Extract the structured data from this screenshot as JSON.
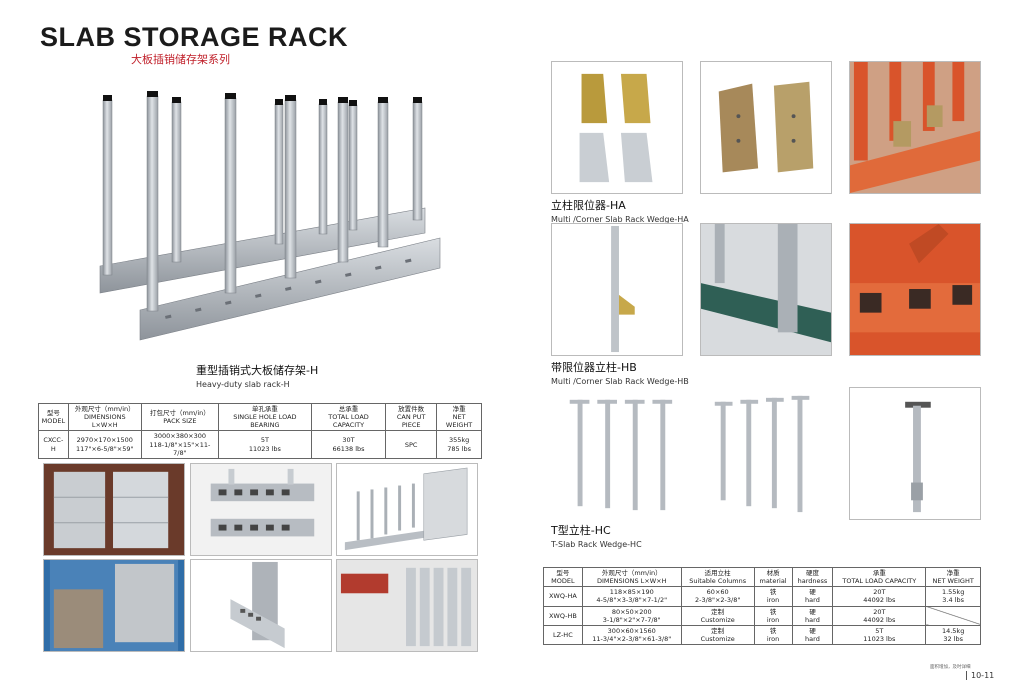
{
  "header": {
    "title": "SLAB STORAGE RACK",
    "subtitle": "大板插销储存架系列"
  },
  "hero": {
    "caption_cn": "重型插销式大板储存架-H",
    "caption_en": "Heavy-duty slab rack-H"
  },
  "table1": {
    "headers": [
      {
        "cn": "型号",
        "en": "MODEL"
      },
      {
        "cn": "外观尺寸（mm/in）",
        "en": "DIMENSIONS L×W×H"
      },
      {
        "cn": "打包尺寸（mm/in）",
        "en": "PACK SIZE"
      },
      {
        "cn": "单孔承重",
        "en": "SINGLE HOLE LOAD BEARING"
      },
      {
        "cn": "总承重",
        "en": "TOTAL LOAD CAPACITY"
      },
      {
        "cn": "放置件数",
        "en": "CAN PUT PIECE"
      },
      {
        "cn": "净重",
        "en": "NET WEIGHT"
      }
    ],
    "row": {
      "model": "CXCC-H",
      "dim_mm": "2970×170×1500",
      "dim_in": "117\"×6-5/8\"×59\"",
      "pack_mm": "3000×380×300",
      "pack_in": "118-1/8\"×15\"×11-7/8\"",
      "single_t": "5T",
      "single_lbs": "11023 lbs",
      "total_t": "30T",
      "total_lbs": "66138 lbs",
      "pieces": "SPC",
      "weight_kg": "355kg",
      "weight_lbs": "785 lbs"
    }
  },
  "sections": {
    "ha": {
      "cn": "立柱限位器-HA",
      "en": "Multi /Corner Slab Rack Wedge-HA"
    },
    "hb": {
      "cn": "带限位器立柱-HB",
      "en": "Multi /Corner Slab Rack Wedge-HB"
    },
    "hc": {
      "cn": "T型立柱-HC",
      "en": "T-Slab Rack Wedge-HC"
    }
  },
  "table2": {
    "headers": [
      {
        "cn": "型号",
        "en": "MODEL"
      },
      {
        "cn": "外观尺寸（mm/in）",
        "en": "DIMENSIONS L×W×H"
      },
      {
        "cn": "适用立柱",
        "en": "Suitable Columns"
      },
      {
        "cn": "材质",
        "en": "material"
      },
      {
        "cn": "硬度",
        "en": "hardness"
      },
      {
        "cn": "承重",
        "en": "TOTAL LOAD CAPACITY"
      },
      {
        "cn": "净重",
        "en": "NET WEIGHT"
      }
    ],
    "rows": [
      {
        "model": "XWQ-HA",
        "dim_mm": "118×85×190",
        "dim_in": "4-5/8\"×3-3/8\"×7-1/2\"",
        "col_a": "60×60",
        "col_b": "2-3/8\"×2-3/8\"",
        "mat_cn": "铁",
        "mat_en": "iron",
        "hard_cn": "硬",
        "hard_en": "hard",
        "load_t": "20T",
        "load_lbs": "44092 lbs",
        "w_kg": "1.55kg",
        "w_lbs": "3.4 lbs"
      },
      {
        "model": "XWQ-HB",
        "dim_mm": "80×50×200",
        "dim_in": "3-1/8\"×2\"×7-7/8\"",
        "col_a": "定制",
        "col_b": "Customize",
        "mat_cn": "铁",
        "mat_en": "iron",
        "hard_cn": "硬",
        "hard_en": "hard",
        "load_t": "20T",
        "load_lbs": "44092 lbs",
        "w_kg": "",
        "w_lbs": ""
      },
      {
        "model": "LZ-HC",
        "dim_mm": "300×60×1560",
        "dim_in": "11-3/4\"×2-3/8\"×61-3/8\"",
        "col_a": "定制",
        "col_b": "Customize",
        "mat_cn": "铁",
        "mat_en": "iron",
        "hard_cn": "硬",
        "hard_en": "hard",
        "load_t": "5T",
        "load_lbs": "11023 lbs",
        "w_kg": "14.5kg",
        "w_lbs": "32 lbs"
      }
    ]
  },
  "footer": {
    "small": "面积增加，及时详细",
    "page": "10-11"
  },
  "colors": {
    "title": "#1b1b1b",
    "subtitle": "#c0202a",
    "steel": "#b9bec4",
    "orange": "#d9542b",
    "green": "#2f5f55"
  }
}
